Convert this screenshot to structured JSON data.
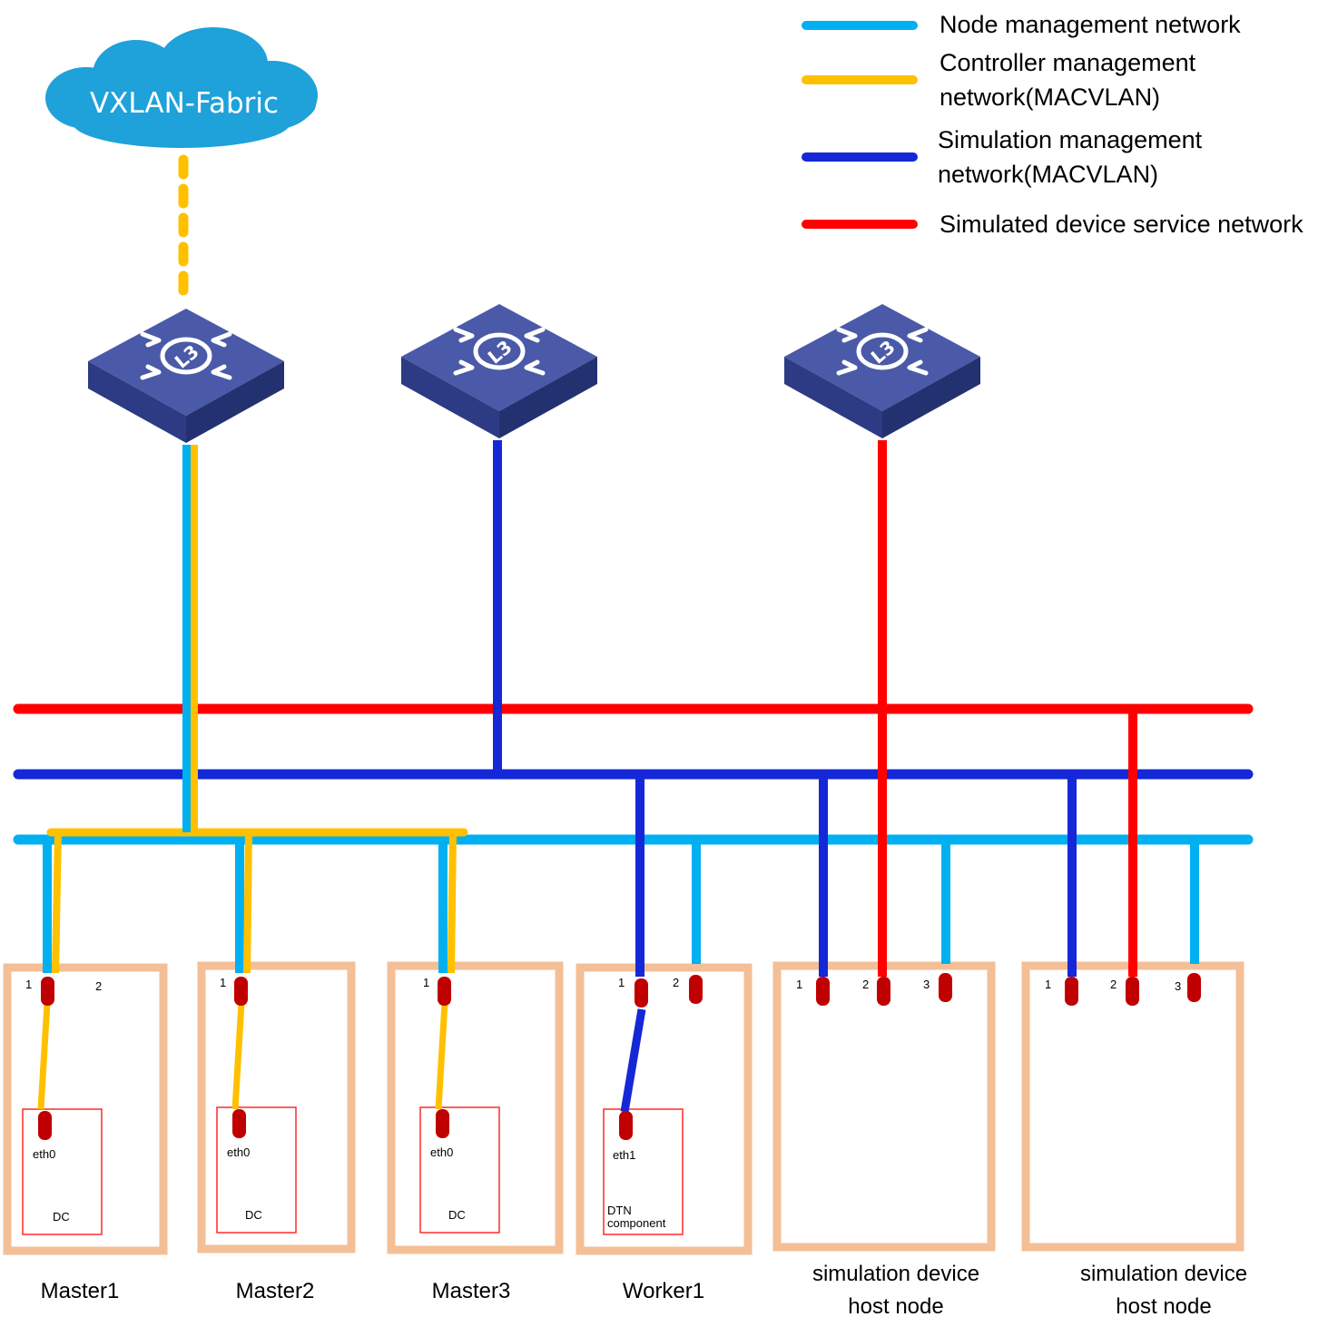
{
  "colors": {
    "node_mgmt": "#00b0f0",
    "controller_mgmt": "#ffc000",
    "simulation_mgmt": "#1428d8",
    "service": "#ff0000",
    "host_border": "#f4bf96",
    "inner_border": "#ff2a2a",
    "port": "#c00000",
    "cloud": "#1fa1da",
    "switch_top": "#4a5aa8",
    "switch_side": "#2c3b84"
  },
  "cloud": {
    "label": "VXLAN-Fabric"
  },
  "legend": [
    {
      "key": "node_mgmt",
      "lines": [
        "Node management network"
      ]
    },
    {
      "key": "controller_mgmt",
      "lines": [
        "Controller management",
        "network(MACVLAN)"
      ]
    },
    {
      "key": "simulation_mgmt",
      "lines": [
        "Simulation management",
        "network(MACVLAN)"
      ]
    },
    {
      "key": "service",
      "lines": [
        "Simulated device service network"
      ]
    }
  ],
  "switches": [
    {
      "icon": "l3-switch-icon",
      "text": "L3"
    },
    {
      "icon": "l3-switch-icon",
      "text": "L3"
    },
    {
      "icon": "l3-switch-icon",
      "text": "L3"
    }
  ],
  "hosts": [
    {
      "name": "Master1",
      "ports": [
        "1",
        "2"
      ],
      "inner": {
        "iface": "eth0",
        "label": "DC"
      }
    },
    {
      "name": "Master2",
      "ports": [
        "1"
      ],
      "inner": {
        "iface": "eth0",
        "label": "DC"
      }
    },
    {
      "name": "Master3",
      "ports": [
        "1"
      ],
      "inner": {
        "iface": "eth0",
        "label": "DC"
      }
    },
    {
      "name": "Worker1",
      "ports": [
        "1",
        "2"
      ],
      "inner": {
        "iface": "eth1",
        "label_lines": [
          "DTN",
          "component"
        ]
      }
    },
    {
      "name_lines": [
        "simulation device",
        "host node"
      ],
      "ports": [
        "1",
        "2",
        "3"
      ]
    },
    {
      "name_lines": [
        "simulation device",
        "host node"
      ],
      "ports": [
        "1",
        "2",
        "3"
      ]
    }
  ]
}
